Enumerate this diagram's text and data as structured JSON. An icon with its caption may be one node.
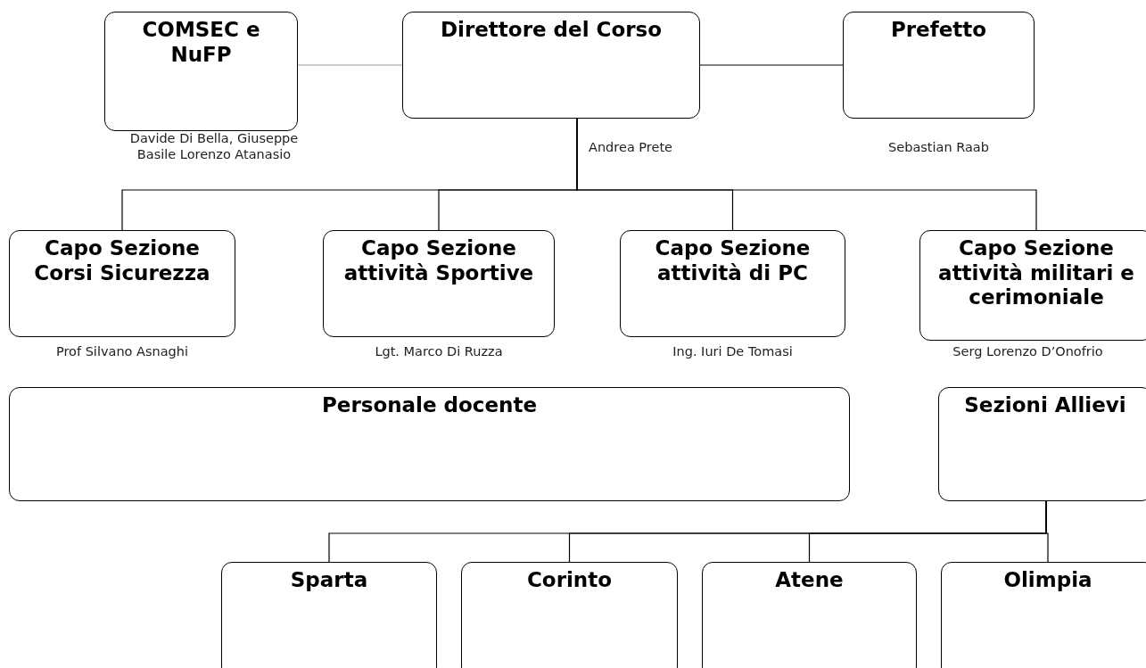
{
  "diagram": {
    "nodes": [
      {
        "text": [
          "COMSEC e NuFP"
        ],
        "beside": [
          "Davide Di Bella, Giuseppe Basile Lorenzo Atanasio"
        ]
      },
      {
        "text": [
          "Direttore del Corso"
        ],
        "beside": [
          "Andrea Prete"
        ]
      },
      {
        "text": [
          "Prefetto"
        ],
        "beside": [
          "Sebastian Raab"
        ]
      },
      {
        "text": [
          "Capo Sezione Corsi Sicurezza"
        ],
        "beside": [
          "Prof Silvano Asnaghi"
        ]
      },
      {
        "text": [
          "Capo Sezione attività Sportive"
        ],
        "beside": [
          "Lgt. Marco Di Ruzza"
        ]
      },
      {
        "text": [
          "Capo Sezione attività di PC"
        ],
        "beside": [
          "Ing. Iuri De Tomasi"
        ]
      },
      {
        "text": [
          "Capo Sezione attività militari e cerimoniale"
        ],
        "beside": [
          "Serg Lorenzo D’Onofrio"
        ]
      },
      {
        "text": [
          "Personale docente"
        ]
      },
      {
        "text": [
          "Sezioni Allievi"
        ]
      },
      {
        "text": [
          "Sparta"
        ]
      },
      {
        "text": [
          "Corinto"
        ]
      },
      {
        "text": [
          "Atene"
        ]
      },
      {
        "text": [
          "Olimpia"
        ]
      }
    ],
    "edges": [
      {
        "from": 1,
        "to": 0,
        "arrow": "none",
        "color": "#999999"
      },
      {
        "from": 1,
        "to": 2,
        "arrow": "none"
      },
      {
        "from": 1,
        "to": 3,
        "arrow": "none"
      },
      {
        "from": 1,
        "to": 4,
        "arrow": "none"
      },
      {
        "from": 1,
        "to": 5,
        "arrow": "none"
      },
      {
        "from": 1,
        "to": 6,
        "arrow": "none"
      },
      {
        "from": 8,
        "to": 9,
        "arrow": "none"
      },
      {
        "from": 8,
        "to": 10,
        "arrow": "none"
      },
      {
        "from": 8,
        "to": 11,
        "arrow": "none"
      },
      {
        "from": 8,
        "to": 12,
        "arrow": "none"
      }
    ]
  }
}
